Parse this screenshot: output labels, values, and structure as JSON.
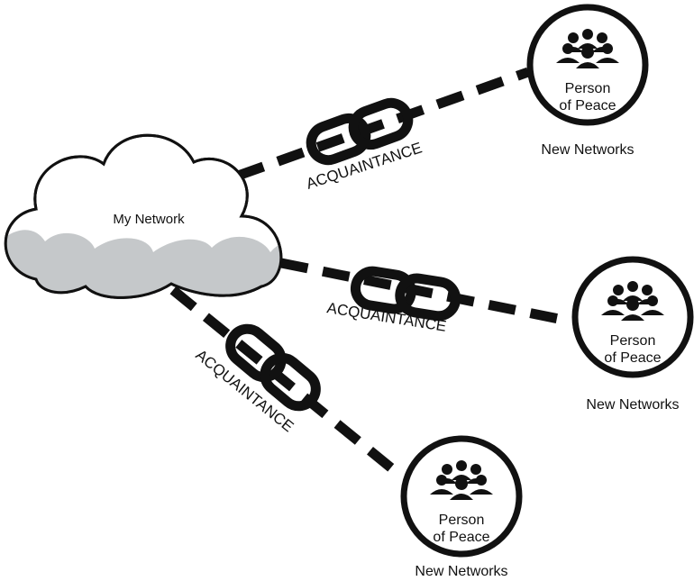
{
  "center": {
    "label": "My Network"
  },
  "connections": [
    {
      "link_label": "ACQUAINTANCE",
      "node_label_line1": "Person",
      "node_label_line2": "of Peace",
      "caption": "New Networks"
    },
    {
      "link_label": "ACQUAINTANCE",
      "node_label_line1": "Person",
      "node_label_line2": "of Peace",
      "caption": "New Networks"
    },
    {
      "link_label": "ACQUAINTANCE",
      "node_label_line1": "Person",
      "node_label_line2": "of Peace",
      "caption": "New Networks"
    }
  ],
  "icons": {
    "node": "group-of-people-icon",
    "link": "chain-link-icon",
    "center": "cloud-icon"
  },
  "colors": {
    "cloud_fill": "#c5c8ca",
    "stroke": "#111111",
    "background": "#ffffff"
  }
}
